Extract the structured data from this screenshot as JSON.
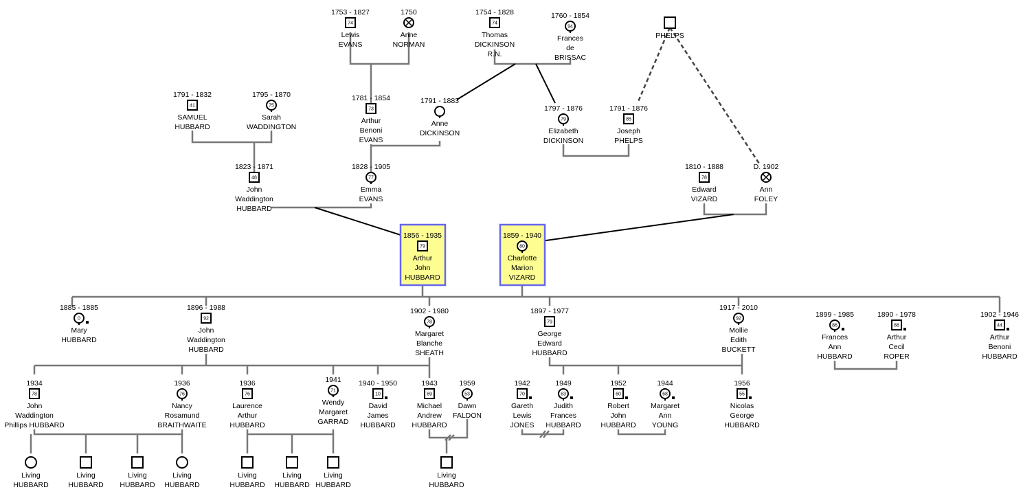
{
  "colors": {
    "highlight_fill": "#fdfd92",
    "highlight_border": "#6666ee",
    "line": "#777777"
  },
  "people": [
    {
      "id": "lewis",
      "sex": "m",
      "dates": "1753 - 1827",
      "age": "74",
      "name": [
        "Lewis",
        "EVANS"
      ]
    },
    {
      "id": "annen",
      "sex": "x",
      "dates": "1750",
      "name": [
        "Anne",
        "NORMAN"
      ]
    },
    {
      "id": "thomasd",
      "sex": "m",
      "dates": "1754 - 1828",
      "age": "74",
      "name": [
        "Thomas",
        "DICKINSON",
        "R.N."
      ]
    },
    {
      "id": "frances",
      "sex": "f",
      "dates": "1760 - 1854",
      "age": "94",
      "name": [
        "Frances",
        "de",
        "BRISSAC"
      ]
    },
    {
      "id": "phelps",
      "sex": "m",
      "dates": "",
      "name": [
        "PHELPS"
      ]
    },
    {
      "id": "samuel",
      "sex": "m",
      "dates": "1791 - 1832",
      "age": "41",
      "name": [
        "SAMUEL",
        "HUBBARD"
      ]
    },
    {
      "id": "sarah",
      "sex": "f",
      "dates": "1795 - 1870",
      "age": "75",
      "name": [
        "Sarah",
        "WADDINGTON"
      ]
    },
    {
      "id": "arthurbe",
      "sex": "m",
      "dates": "1781 - 1854",
      "age": "73",
      "name": [
        "Arthur",
        "Benoni",
        "EVANS"
      ]
    },
    {
      "id": "anned",
      "sex": "f",
      "dates": "1791 - 1883",
      "name": [
        "Anne",
        "DICKINSON"
      ]
    },
    {
      "id": "elizabeth",
      "sex": "f",
      "dates": "1797 - 1876",
      "age": "79",
      "name": [
        "Elizabeth",
        "DICKINSON"
      ]
    },
    {
      "id": "joseph",
      "sex": "m",
      "dates": "1791 - 1876",
      "age": "85",
      "name": [
        "Joseph",
        "PHELPS"
      ]
    },
    {
      "id": "johnwh",
      "sex": "m",
      "dates": "1823 - 1871",
      "age": "48",
      "name": [
        "John",
        "Waddington",
        "HUBBARD"
      ]
    },
    {
      "id": "emma",
      "sex": "f",
      "dates": "1828 - 1905",
      "age": "77",
      "name": [
        "Emma",
        "EVANS"
      ]
    },
    {
      "id": "edward",
      "sex": "m",
      "dates": "1810 - 1888",
      "age": "78",
      "name": [
        "Edward",
        "VIZARD"
      ]
    },
    {
      "id": "annf",
      "sex": "x",
      "dates": "D. 1902",
      "name": [
        "Ann",
        "FOLEY"
      ]
    },
    {
      "id": "arthurj",
      "sex": "m",
      "dates": "1856 - 1935",
      "age": "79",
      "name": [
        "Arthur",
        "John",
        "HUBBARD"
      ],
      "highlight": true
    },
    {
      "id": "charlotte",
      "sex": "f",
      "dates": "1859 - 1940",
      "age": "80",
      "name": [
        "Charlotte",
        "Marion",
        "VIZARD"
      ],
      "highlight": true
    },
    {
      "id": "mary",
      "sex": "f",
      "dates": "1885 - 1885",
      "age": "0",
      "name": [
        "Mary",
        "HUBBARD"
      ]
    },
    {
      "id": "johnw2",
      "sex": "m",
      "dates": "1896 - 1988",
      "age": "92",
      "name": [
        "John",
        "Waddington",
        "HUBBARD"
      ]
    },
    {
      "id": "margaret",
      "sex": "f",
      "dates": "1902 - 1980",
      "age": "78",
      "name": [
        "Margaret",
        "Blanche",
        "SHEATH"
      ]
    },
    {
      "id": "george",
      "sex": "m",
      "dates": "1897 - 1977",
      "age": "79",
      "name": [
        "George",
        "Edward",
        "HUBBARD"
      ]
    },
    {
      "id": "mollie",
      "sex": "f",
      "dates": "1917 - 2010",
      "age": "92",
      "name": [
        "Mollie",
        "Edith",
        "BUCKETT"
      ]
    },
    {
      "id": "francesa",
      "sex": "f",
      "dates": "1899 - 1985",
      "age": "86",
      "name": [
        "Frances",
        "Ann",
        "HUBBARD"
      ]
    },
    {
      "id": "arthurc",
      "sex": "m",
      "dates": "1890 - 1978",
      "age": "88",
      "name": [
        "Arthur",
        "Cecil",
        "ROPER"
      ]
    },
    {
      "id": "arthurb2",
      "sex": "m",
      "dates": "1902 - 1946",
      "age": "44",
      "name": [
        "Arthur",
        "Benoni",
        "HUBBARD"
      ]
    },
    {
      "id": "johnwp",
      "sex": "m",
      "dates": "1934",
      "age": "78",
      "name": [
        "John",
        "Waddington",
        "Phillips HUBBARD"
      ]
    },
    {
      "id": "nancy",
      "sex": "f",
      "dates": "1936",
      "age": "76",
      "name": [
        "Nancy",
        "Rosamund",
        "BRAITHWAITE"
      ]
    },
    {
      "id": "laurence",
      "sex": "m",
      "dates": "1936",
      "age": "76",
      "name": [
        "Laurence",
        "Arthur",
        "HUBBARD"
      ]
    },
    {
      "id": "wendy",
      "sex": "f",
      "dates": "1941",
      "age": "71",
      "name": [
        "Wendy",
        "Margaret",
        "GARRAD"
      ]
    },
    {
      "id": "david",
      "sex": "m",
      "dates": "1940 - 1950",
      "age": "10",
      "name": [
        "David",
        "James",
        "HUBBARD"
      ]
    },
    {
      "id": "michael",
      "sex": "m",
      "dates": "1943",
      "age": "69",
      "name": [
        "Michael",
        "Andrew",
        "HUBBARD"
      ]
    },
    {
      "id": "dawn",
      "sex": "f",
      "dates": "1959",
      "age": "53",
      "name": [
        "Dawn",
        "FALDON"
      ]
    },
    {
      "id": "gareth",
      "sex": "m",
      "dates": "1942",
      "age": "70",
      "name": [
        "Gareth",
        "Lewis",
        "JONES"
      ]
    },
    {
      "id": "judith",
      "sex": "f",
      "dates": "1949",
      "age": "63",
      "name": [
        "Judith",
        "Frances",
        "HUBBARD"
      ]
    },
    {
      "id": "robert",
      "sex": "m",
      "dates": "1952",
      "age": "60",
      "name": [
        "Robert",
        "John",
        "HUBBARD"
      ]
    },
    {
      "id": "margann",
      "sex": "f",
      "dates": "1944",
      "age": "68",
      "name": [
        "Margaret",
        "Ann",
        "YOUNG"
      ]
    },
    {
      "id": "nicolas",
      "sex": "m",
      "dates": "1956",
      "age": "55",
      "name": [
        "Nicolas",
        "George",
        "HUBBARD"
      ]
    },
    {
      "id": "liv1",
      "sex": "f",
      "dates": "",
      "name": [
        "Living",
        "HUBBARD"
      ]
    },
    {
      "id": "liv2",
      "sex": "m",
      "dates": "",
      "name": [
        "Living",
        "HUBBARD"
      ]
    },
    {
      "id": "liv3",
      "sex": "m",
      "dates": "",
      "name": [
        "Living",
        "HUBBARD"
      ]
    },
    {
      "id": "liv4",
      "sex": "f",
      "dates": "",
      "name": [
        "Living",
        "HUBBARD"
      ]
    },
    {
      "id": "liv5",
      "sex": "m",
      "dates": "",
      "name": [
        "Living",
        "HUBBARD"
      ]
    },
    {
      "id": "liv6",
      "sex": "m",
      "dates": "",
      "name": [
        "Living",
        "HUBBARD"
      ]
    },
    {
      "id": "liv7",
      "sex": "m",
      "dates": "",
      "name": [
        "Living",
        "HUBBARD"
      ]
    },
    {
      "id": "liv8",
      "sex": "m",
      "dates": "",
      "name": [
        "Living",
        "HUBBARD"
      ]
    }
  ]
}
